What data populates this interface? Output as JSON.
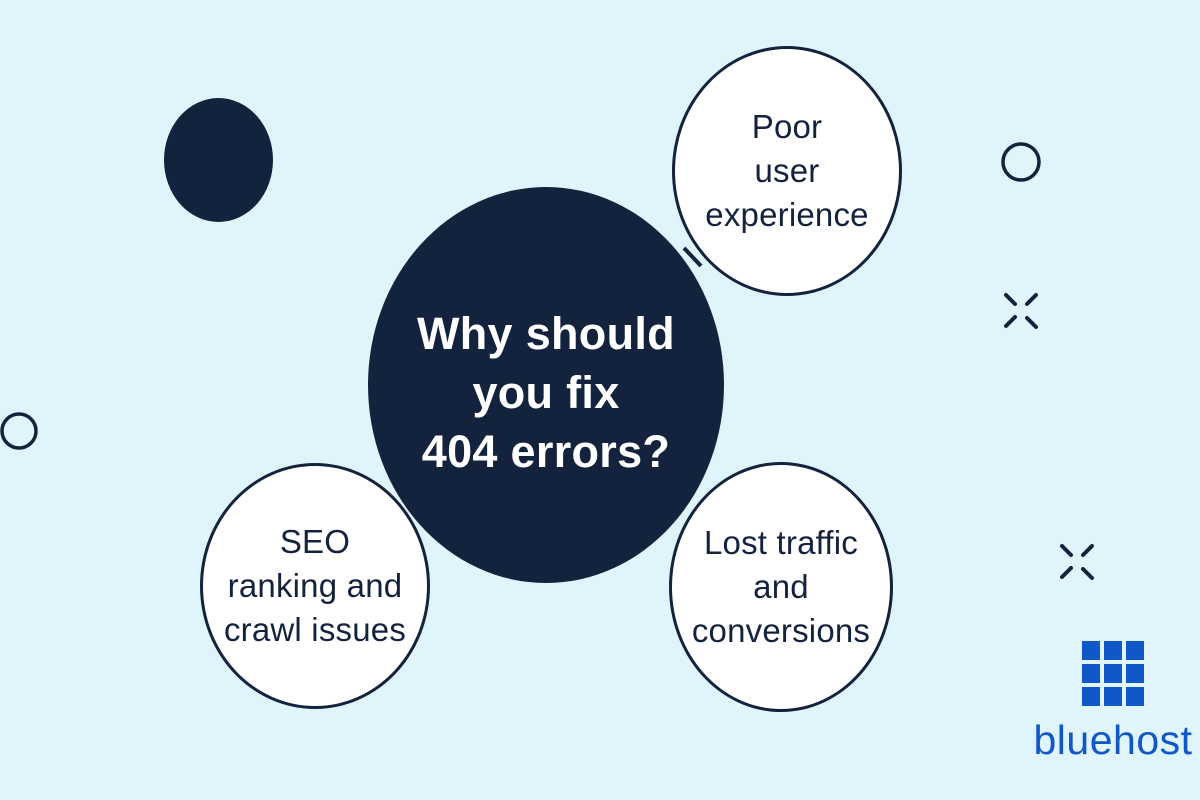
{
  "colors": {
    "bg": "#dff4fb",
    "navy": "#13233e",
    "white": "#ffffff",
    "blue": "#1057c8"
  },
  "center_bubble": {
    "lines": [
      "Why should",
      "you fix",
      "404 errors?"
    ]
  },
  "bubbles": [
    {
      "name": "poor-user-experience",
      "lines": [
        "Poor",
        "user",
        "experience"
      ]
    },
    {
      "name": "seo-ranking-crawl-issues",
      "lines": [
        "SEO",
        "ranking and",
        "crawl issues"
      ]
    },
    {
      "name": "lost-traffic-conversions",
      "lines": [
        "Lost traffic",
        "and",
        "conversions"
      ]
    }
  ],
  "brand": {
    "wordmark": "bluehost"
  },
  "icons": {
    "filled_circle": "filled-circle-decoration",
    "outline_circle_right": "outline-circle-icon",
    "outline_circle_left": "outline-circle-icon",
    "sparkle_upper": "sparkle-x-icon",
    "sparkle_lower": "sparkle-x-icon",
    "logo_grid": "bluehost-grid-logo-icon"
  }
}
